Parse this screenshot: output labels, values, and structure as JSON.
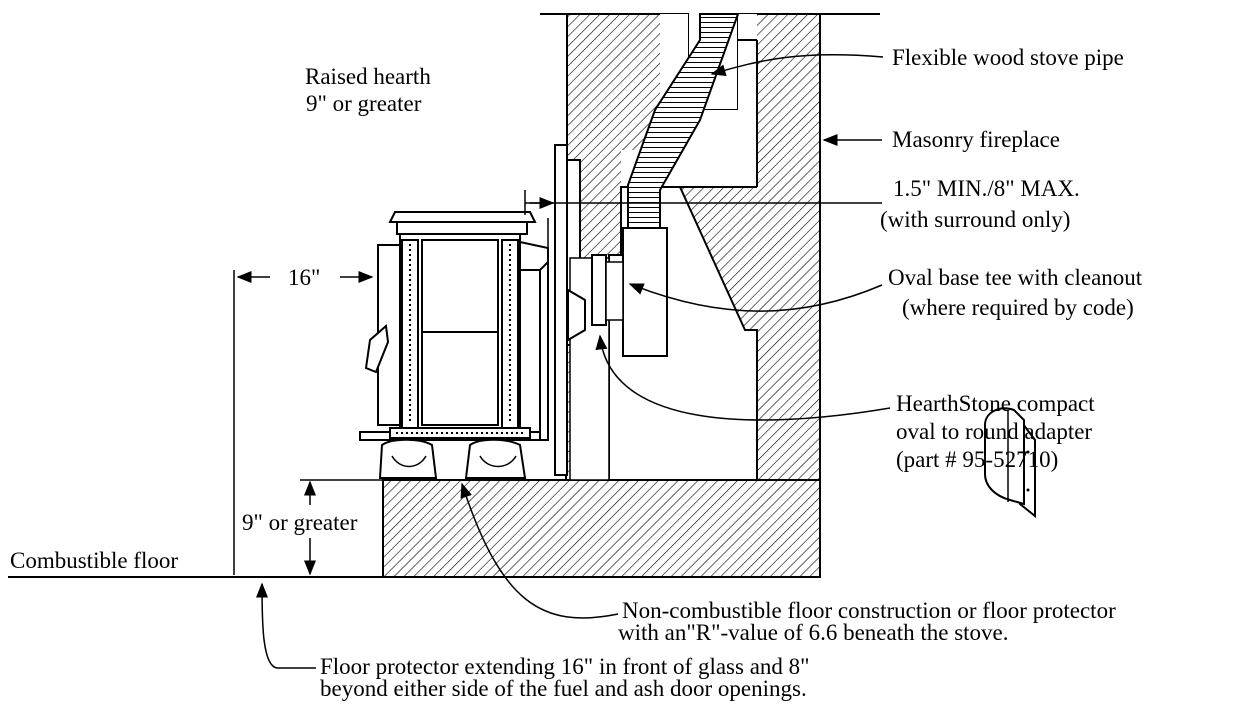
{
  "labels": {
    "raised_hearth_line1": "Raised hearth",
    "raised_hearth_line2": "9\" or greater",
    "flexible_pipe": "Flexible wood stove pipe",
    "masonry_fireplace": "Masonry fireplace",
    "clearance_line1": "1.5\" MIN./8\" MAX.",
    "clearance_line2": "(with surround only)",
    "oval_tee_line1": "Oval base tee with cleanout",
    "oval_tee_line2": "(where required by code)",
    "adapter_line1": "HearthStone compact",
    "adapter_line2": "oval to round adapter",
    "adapter_line3": "(part # 95-52710)",
    "dim_16": "16\"",
    "dim_9": "9\" or greater",
    "combustible_floor": "Combustible floor",
    "noncomb_line1": "Non-combustible floor construction or floor protector",
    "noncomb_line2": "with an\"R\"-value of 6.6 beneath the stove.",
    "floor_prot_line1": "Floor protector extending 16\" in front of glass and 8\"",
    "floor_prot_line2": "beyond either side of the fuel and ash door openings."
  }
}
